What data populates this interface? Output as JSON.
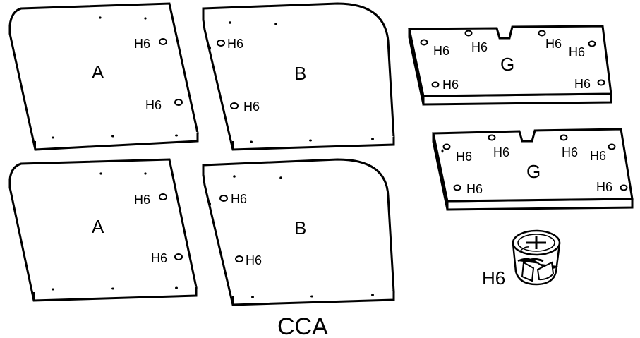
{
  "panel_a_letter": "A",
  "panel_b_letter": "B",
  "panel_g_letter": "G",
  "hole_label": "H6",
  "caption": "CCA",
  "fastener_label": "H6",
  "colors": {
    "line": "#000000",
    "panel_fill": "#ffffff",
    "hole_fill": "#ffffff"
  }
}
